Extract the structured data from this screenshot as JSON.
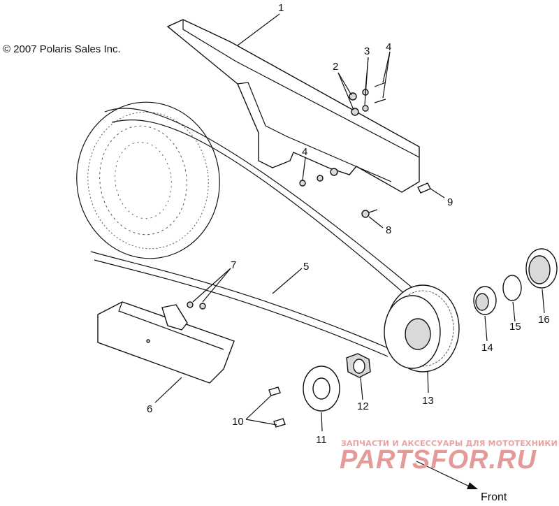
{
  "copyright": "© 2007 Polaris Sales Inc.",
  "watermark": {
    "line1": "ЗАПЧАСТИ И АКСЕССУАРЫ ДЛЯ МОТОТЕХНИКИ",
    "line2": "PARTSFOR.RU"
  },
  "direction_label": "Front",
  "callouts": [
    "1",
    "2",
    "3",
    "4",
    "4",
    "5",
    "6",
    "7",
    "8",
    "9",
    "10",
    "11",
    "12",
    "13",
    "14",
    "15",
    "16"
  ]
}
